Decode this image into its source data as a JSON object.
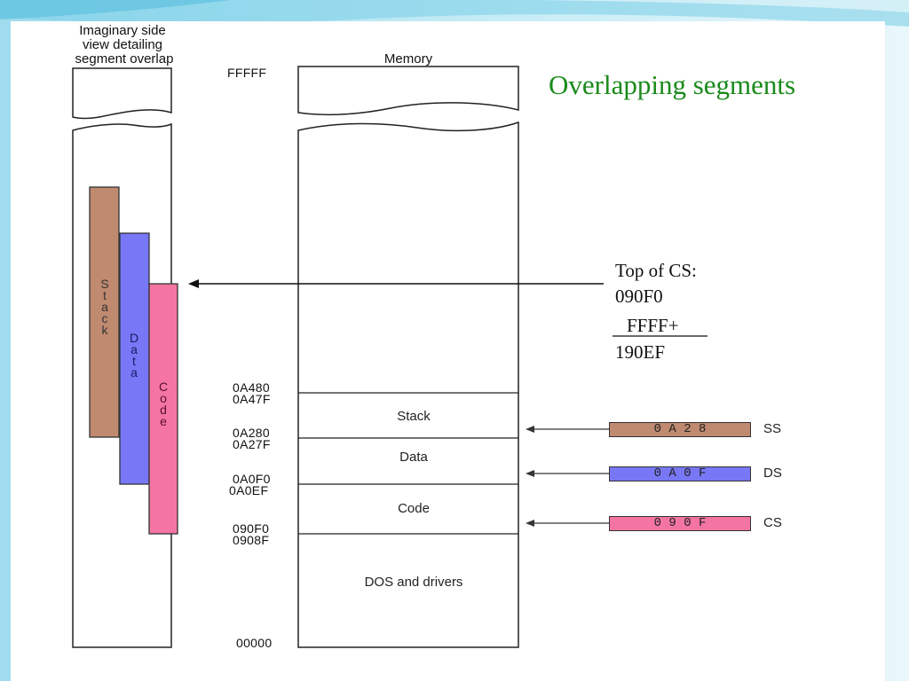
{
  "slide": {
    "title": "Overlapping segments"
  },
  "side_view": {
    "heading_lines": [
      "Imaginary side",
      "view detailing",
      "segment overlap"
    ],
    "bars": [
      {
        "name": "Stack",
        "letters": [
          "S",
          "t",
          "a",
          "c",
          "k"
        ],
        "color": "#c08a70"
      },
      {
        "name": "Data",
        "letters": [
          "D",
          "a",
          "t",
          "a"
        ],
        "color": "#7878f6"
      },
      {
        "name": "Code",
        "letters": [
          "C",
          "o",
          "d",
          "e"
        ],
        "color": "#f474a2"
      }
    ]
  },
  "memory": {
    "heading": "Memory",
    "top_address": "FFFFF",
    "bottom_address": "00000",
    "boundaries": [
      {
        "upper": "0A480",
        "lower": "0A47F"
      },
      {
        "upper": "0A280",
        "lower": "0A27F"
      },
      {
        "upper": "0A0F0",
        "lower": "0A0EF"
      },
      {
        "upper": "090F0",
        "lower": "0908F"
      }
    ],
    "regions": [
      "Stack",
      "Data",
      "Code",
      "DOS and drivers"
    ]
  },
  "note": {
    "line1": "Top of CS:",
    "line2": "090F0",
    "line3": "FFFF+",
    "line4": "190EF"
  },
  "registers": [
    {
      "name": "SS",
      "value": "0 A 2 8",
      "color": "#c08a70"
    },
    {
      "name": "DS",
      "value": "0 A 0 F",
      "color": "#7878f6"
    },
    {
      "name": "CS",
      "value": "0 9 0 F",
      "color": "#f474a2"
    }
  ]
}
